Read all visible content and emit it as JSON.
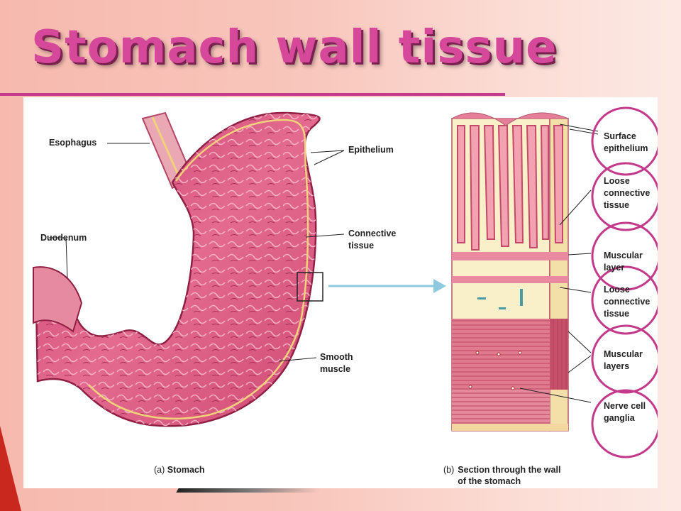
{
  "title": "Stomach wall tissue",
  "labels": {
    "esophagus": "Esophagus",
    "epithelium": "Epithelium",
    "duodenum": "Duodenum",
    "connective_tissue": "Connective\ntissue",
    "smooth_muscle": "Smooth\nmuscle",
    "surface_epithelium": "Surface\nepithelium",
    "loose_connective_1": "Loose\nconnective\ntissue",
    "muscular_layer": "Muscular\nlayer",
    "loose_connective_2": "Loose\nconnective\ntissue",
    "muscular_layers": "Muscular\nlayers",
    "nerve_cell_ganglia": "Nerve cell\nganglia"
  },
  "captions": {
    "a_prefix": "(a)",
    "a_text": "Stomach",
    "b_prefix": "(b)",
    "b_text": "Section through the wall\nof the stomach"
  },
  "colors": {
    "title": "#d6499a",
    "accent_rule": "#c43a8a",
    "circle": "#c43a8a",
    "stomach": "#d9557a",
    "arrow": "#8ec9de"
  }
}
